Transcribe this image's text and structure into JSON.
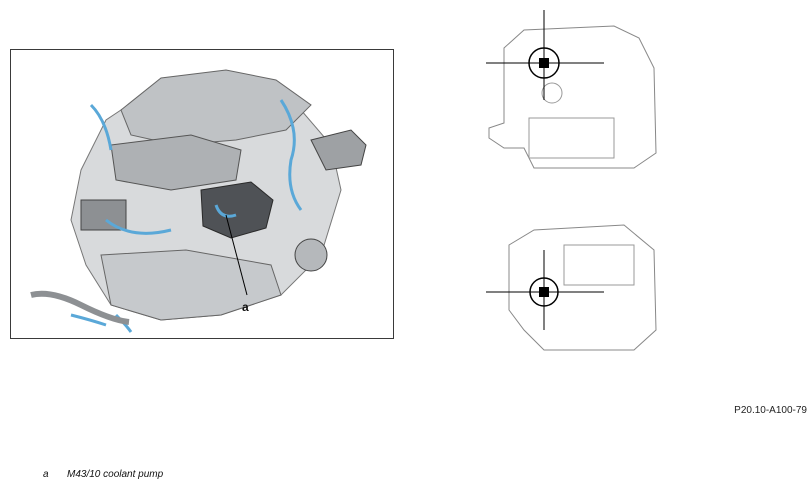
{
  "callout_letter": "a",
  "figure_ref": "P20.10-A100-79",
  "legend": {
    "key": "a",
    "text": "M43/10 coolant pump"
  },
  "colors": {
    "line": "#3a3a3a",
    "metal": "#cfd2d4",
    "dark": "#5a5d60",
    "hose": "#5aa8d8"
  }
}
